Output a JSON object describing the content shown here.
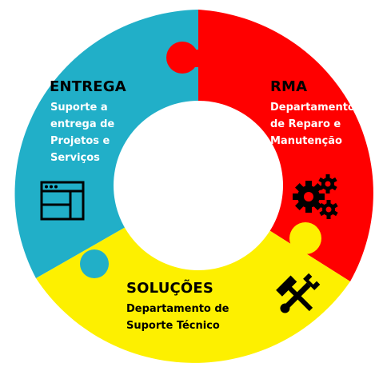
{
  "segments": {
    "entrega": {
      "title": "ENTREGA",
      "lines": [
        "Suporte a",
        "entrega de",
        "Projetos e",
        "Serviços"
      ],
      "color": "#21afc8",
      "icon": "browser-window-icon"
    },
    "rma": {
      "title": "RMA",
      "lines": [
        "Departamento",
        "de Reparo e",
        "Manutenção"
      ],
      "color": "#ff0000",
      "icon": "gears-icon"
    },
    "solucoes": {
      "title": "SOLUÇÕES",
      "lines": [
        "Departamento de",
        "Suporte Técnico"
      ],
      "color": "#fdf000",
      "icon": "hammer-wrench-icon"
    }
  }
}
